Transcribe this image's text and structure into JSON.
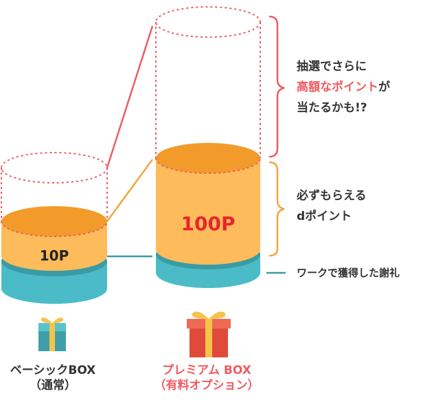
{
  "basic": {
    "amount_label": "10P",
    "box_name": "ベーシックBOX",
    "box_sub": "（通常）"
  },
  "premium": {
    "amount_label": "100P",
    "box_name": "プレミアム BOX",
    "box_sub": "（有料オプション）"
  },
  "annotations": {
    "lottery": {
      "line1": "抽選でさらに",
      "line2_highlight": "高額なポイント",
      "line2_rest": "が",
      "line3": "当たるかも!?"
    },
    "guaranteed": {
      "line1": "必ずもらえる",
      "line2": "dポイント"
    },
    "work": {
      "text": "ワークで獲得した謝礼"
    }
  },
  "colors": {
    "teal": "#4bbcc7",
    "teal_dark": "#3a9ba5",
    "orange_top": "#f29b2b",
    "orange_body": "#fdbb5b",
    "accent_red": "#ee5c62",
    "bracket_orange": "#f3a43c",
    "line_teal": "#3a9ba5"
  },
  "icons": [
    "gift-box-icon-basic",
    "gift-box-icon-premium"
  ]
}
